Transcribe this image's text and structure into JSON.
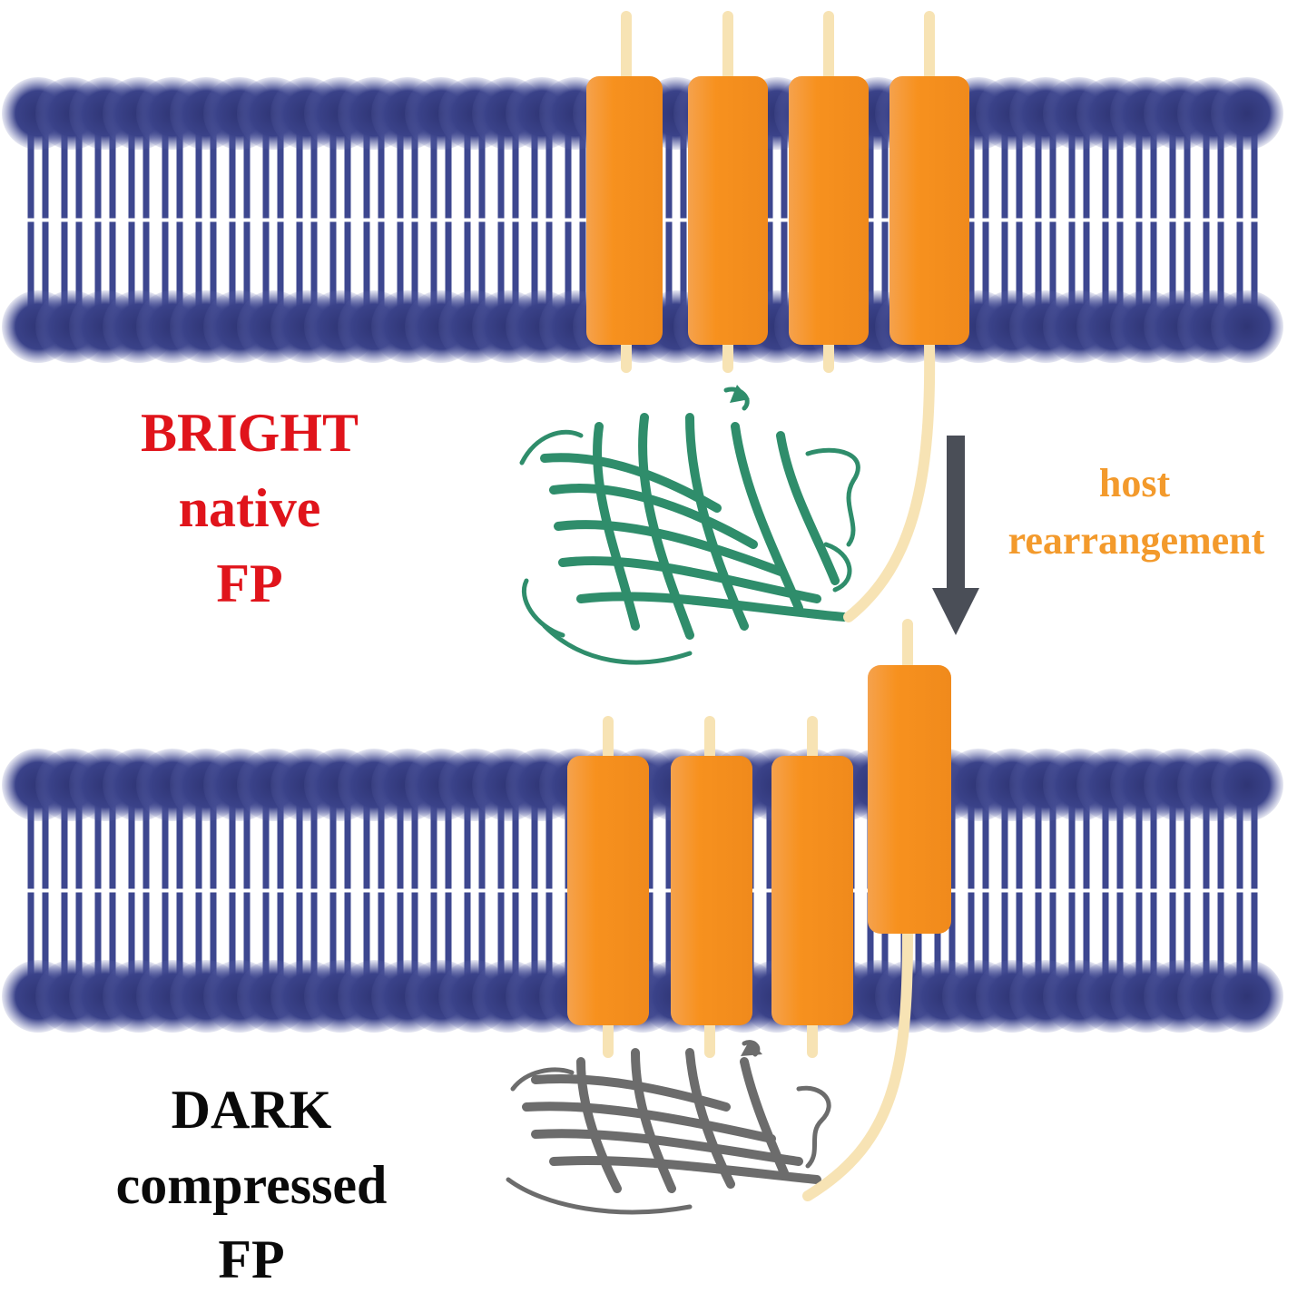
{
  "labels": {
    "bright": [
      "BRIGHT",
      "native",
      "FP"
    ],
    "dark": [
      "DARK",
      "compressed",
      "FP"
    ],
    "transition": [
      "host",
      "rearrangement"
    ]
  },
  "colors": {
    "lipid_head": "#333b7e",
    "lipid_tail": "#3d478f",
    "helix": "#f7911e",
    "linker": "#f7e3b4",
    "bright_label": "#e0141b",
    "dark_label": "#0a0a0a",
    "transition_label": "#f39a2c",
    "arrow": "#4a4e57",
    "fp_bright": "#2f8d6b",
    "fp_dark": "#6c6c6c"
  },
  "icons": {
    "bright_protein": "beta-barrel-icon",
    "dark_protein": "beta-barrel-icon",
    "arrow": "arrow-down-icon"
  }
}
